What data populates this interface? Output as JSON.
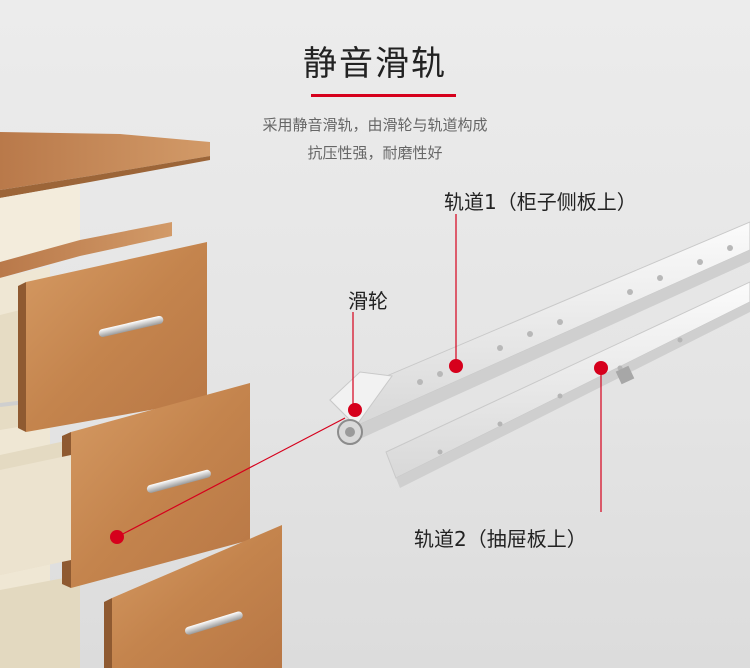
{
  "title": "静音滑轨",
  "subtitle": {
    "line1": "采用静音滑轨，由滑轮与轨道构成",
    "line2": "抗压性强，耐磨性好"
  },
  "callouts": {
    "pulley": "滑轮",
    "rail1": "轨道1（柜子侧板上）",
    "rail2": "轨道2（抽屉板上）"
  },
  "colors": {
    "accent": "#d6001c",
    "wood": "#c68a55",
    "cabinet": "#efe8d8",
    "rail": "#f4f4f4"
  }
}
